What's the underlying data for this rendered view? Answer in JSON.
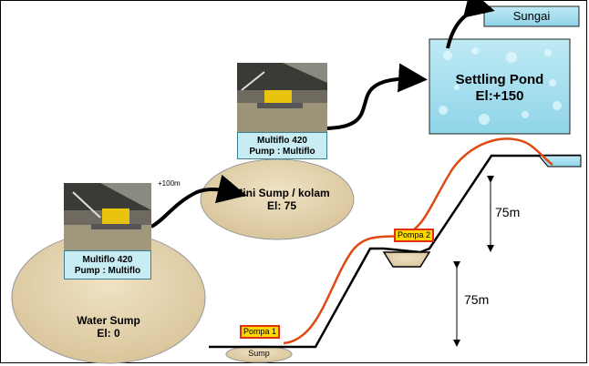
{
  "nodes": {
    "water_sump": {
      "title": "Water Sump",
      "elevation": "El: 0"
    },
    "mini_sump": {
      "title": "Mini Sump / kolam",
      "elevation": "El: 75"
    },
    "settling_pond": {
      "title": "Settling Pond",
      "elevation": "El:+150"
    },
    "river": {
      "title": "Sungai"
    },
    "sump": {
      "title": "Sump"
    }
  },
  "pumps": {
    "lower": {
      "model": "Multiflo 420",
      "type": "Pump : Multiflo"
    },
    "upper": {
      "model": "Multiflo 420",
      "type": "Pump : Multiflo"
    }
  },
  "labels": {
    "distance": "+100m",
    "pompa1": "Pompa 1",
    "pompa2": "Pompa 2",
    "height_lower": "75m",
    "height_upper": "75m"
  },
  "colors": {
    "sump_fill": "#e3d2ad",
    "pond_fill": "#a8e0ee",
    "pump_box": "#c8ecf4",
    "pipe": "#e04a10",
    "pompa_tag": "#ffd800"
  }
}
